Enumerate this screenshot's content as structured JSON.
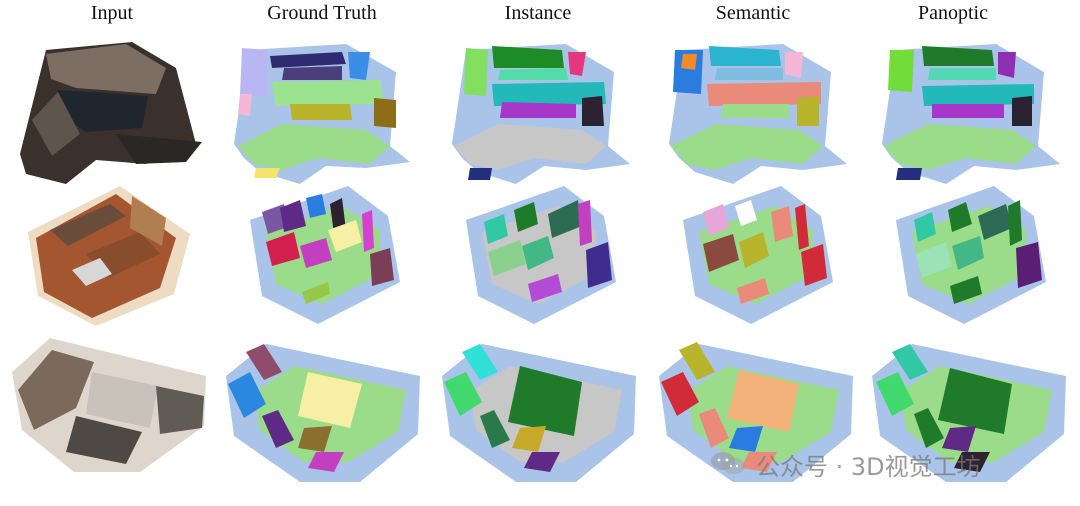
{
  "columns": [
    {
      "label": "Input"
    },
    {
      "label": "Ground Truth"
    },
    {
      "label": "Instance"
    },
    {
      "label": "Semantic"
    },
    {
      "label": "Panoptic"
    }
  ],
  "watermark": {
    "text": "公众号 · 3D视觉工坊",
    "icon": "wechat-icon"
  },
  "colors": {
    "background_floor": "#a9c4e8",
    "ground_floor_green": "#9bdc8a",
    "instance_gray": "#c7c7c7",
    "dark_green": "#1f7a2a",
    "teal": "#31c9a5",
    "magenta": "#c23fc0",
    "purple": "#5f2a86",
    "salmon": "#e98a7b",
    "olive": "#b8b42b",
    "yellow": "#f7f0a4",
    "red": "#d12b3a",
    "blue": "#2b7ce0",
    "orange": "#f3b27a"
  }
}
